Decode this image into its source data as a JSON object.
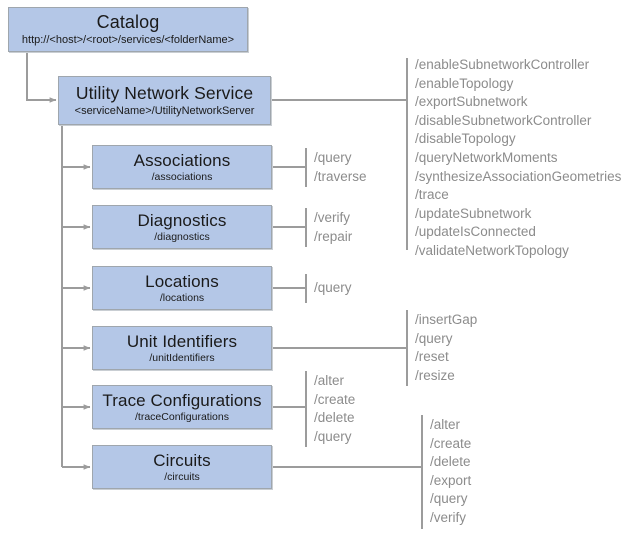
{
  "diagram": {
    "title_node": {
      "name": "Catalog",
      "path": "http://<host>/<root>/services/<folderName>"
    },
    "service_node": {
      "name": "Utility Network Service",
      "path": "<serviceName>/UtilityNetworkServer",
      "operations": [
        "/enableSubnetworkController",
        "/enableTopology",
        "/exportSubnetwork",
        "/disableSubnetworkController",
        "/disableTopology",
        "/queryNetworkMoments",
        "/synthesizeAssociationGeometries",
        "/trace",
        "/updateSubnetwork",
        "/updateIsConnected",
        "/validateNetworkTopology"
      ]
    },
    "children": [
      {
        "name": "Associations",
        "path": "/associations",
        "operations": [
          "/query",
          "/traverse"
        ]
      },
      {
        "name": "Diagnostics",
        "path": "/diagnostics",
        "operations": [
          "/verify",
          "/repair"
        ]
      },
      {
        "name": "Locations",
        "path": "/locations",
        "operations": [
          "/query"
        ]
      },
      {
        "name": "Unit Identifiers",
        "path": "/unitIdentifiers",
        "operations": [
          "/insertGap",
          "/query",
          "/reset",
          "/resize"
        ]
      },
      {
        "name": "Trace Configurations",
        "path": "/traceConfigurations",
        "operations": [
          "/alter",
          "/create",
          "/delete",
          "/query"
        ]
      },
      {
        "name": "Circuits",
        "path": "/circuits",
        "operations": [
          "/alter",
          "/create",
          "/delete",
          "/export",
          "/query",
          "/verify"
        ]
      }
    ],
    "colors": {
      "node_fill": "#b4c7e7",
      "node_border": "#9fa6ad",
      "connector": "#9c9c9c",
      "operation_text": "#8c8c8c",
      "background": "#ffffff"
    }
  }
}
